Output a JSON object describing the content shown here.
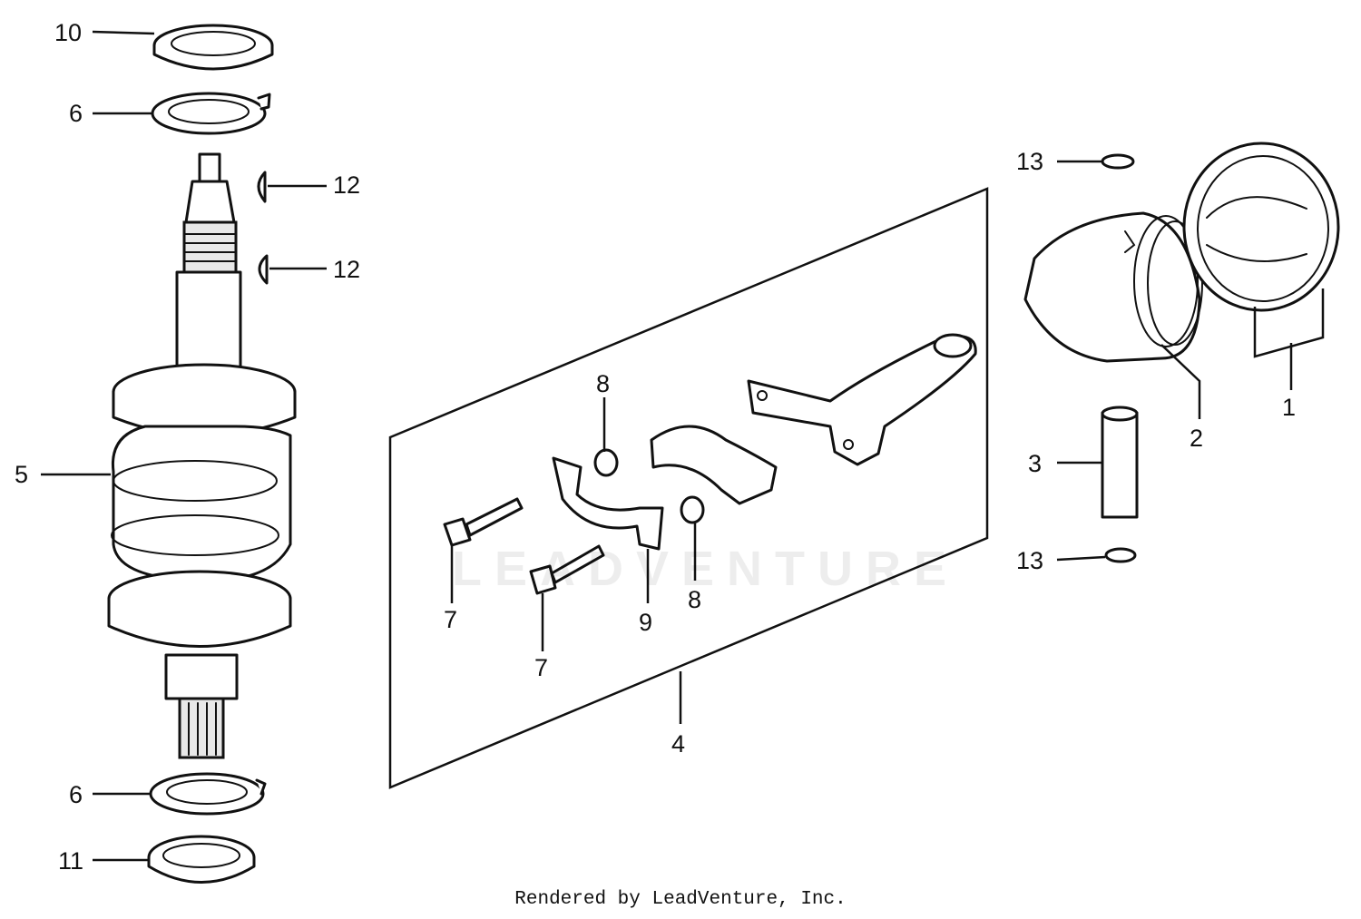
{
  "diagram": {
    "callouts": [
      {
        "id": "c10",
        "text": "10"
      },
      {
        "id": "c6a",
        "text": "6"
      },
      {
        "id": "c12a",
        "text": "12"
      },
      {
        "id": "c12b",
        "text": "12"
      },
      {
        "id": "c5",
        "text": "5"
      },
      {
        "id": "c6b",
        "text": "6"
      },
      {
        "id": "c11",
        "text": "11"
      },
      {
        "id": "c13a",
        "text": "13"
      },
      {
        "id": "c13b",
        "text": "13"
      },
      {
        "id": "c1",
        "text": "1"
      },
      {
        "id": "c2",
        "text": "2"
      },
      {
        "id": "c3",
        "text": "3"
      },
      {
        "id": "c8a",
        "text": "8"
      },
      {
        "id": "c8b",
        "text": "8"
      },
      {
        "id": "c7a",
        "text": "7"
      },
      {
        "id": "c7b",
        "text": "7"
      },
      {
        "id": "c9",
        "text": "9"
      },
      {
        "id": "c4",
        "text": "4"
      }
    ],
    "credit": "Rendered by LeadVenture, Inc.",
    "watermark": "LEADVENTURE"
  }
}
